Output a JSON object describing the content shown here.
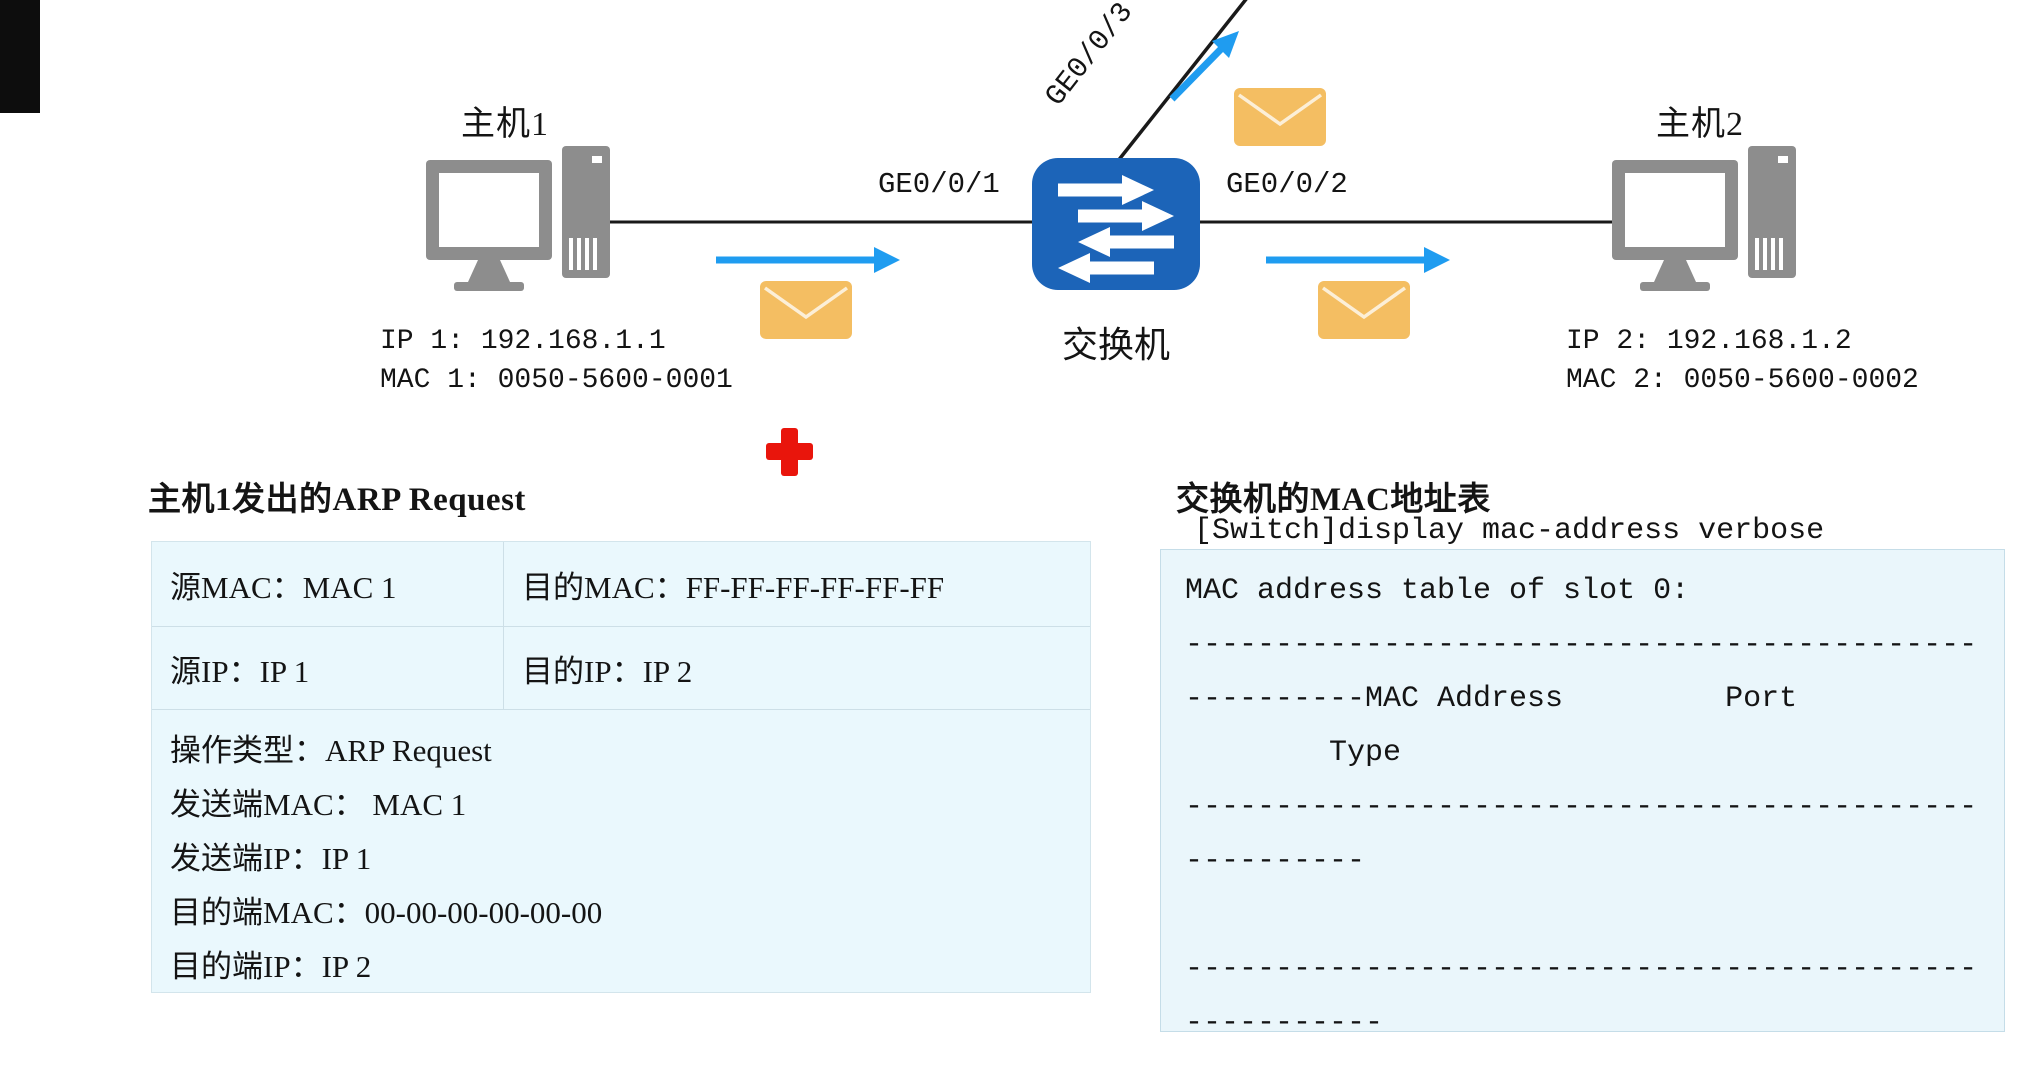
{
  "diagram": {
    "host1": {
      "label": "主机1",
      "ip_line": "IP 1: 192.168.1.1",
      "mac_line": "MAC 1: 0050-5600-0001"
    },
    "host2": {
      "label": "主机2",
      "ip_line": "IP 2: 192.168.1.2",
      "mac_line": "MAC 2: 0050-5600-0002"
    },
    "switch_label": "交换机",
    "port_labels": {
      "ge0_0_1": "GE0/0/1",
      "ge0_0_2": "GE0/0/2",
      "ge0_0_3": "GE0/0/3"
    },
    "colors": {
      "switch_blue": "#1c64b8",
      "flow_arrow_blue": "#1f9cf0",
      "envelope_orange": "#f4be62",
      "device_gray": "#8d8d8d",
      "cross_red": "#e9150c",
      "link_line": "#1a1a1a"
    }
  },
  "arp_panel": {
    "title": "主机1发出的ARP Request",
    "grid": {
      "src_mac": "源MAC：MAC 1",
      "dst_mac": "目的MAC：FF-FF-FF-FF-FF-FF",
      "src_ip": "源IP：IP 1",
      "dst_ip": "目的IP：IP 2"
    },
    "details": [
      "操作类型：ARP Request",
      "发送端MAC： MAC 1",
      "发送端IP：IP 1",
      "目的端MAC：00-00-00-00-00-00",
      "目的端IP：IP 2"
    ]
  },
  "mac_panel": {
    "title": "交换机的MAC地址表",
    "command": "[Switch]display mac-address verbose",
    "terminal_lines": [
      "MAC address table of slot 0:",
      "--------------------------------------------",
      "----------MAC Address         Port",
      "        Type",
      "--------------------------------------------",
      "----------",
      "",
      "--------------------------------------------",
      "-----------"
    ]
  }
}
